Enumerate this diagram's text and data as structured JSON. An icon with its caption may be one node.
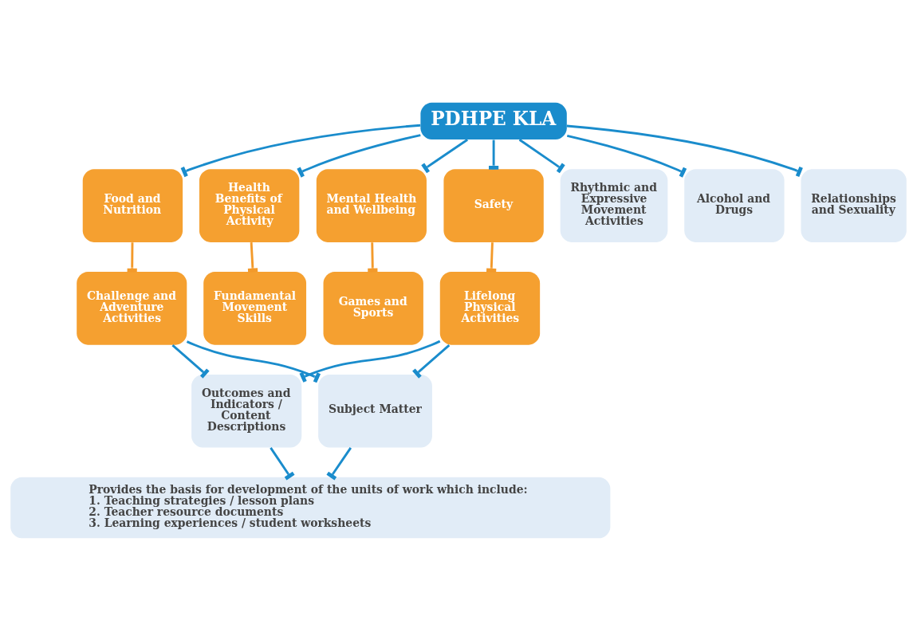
{
  "diagram": {
    "nodes": [
      {
        "text": [
          "PDHPE KLA"
        ]
      },
      {
        "text": [
          "Food and Nutrition"
        ]
      },
      {
        "text": [
          "Health Benefits of Physical Activity"
        ]
      },
      {
        "text": [
          "Mental Health and Wellbeing"
        ]
      },
      {
        "text": [
          "Safety"
        ]
      },
      {
        "text": [
          "Rhythmic and Expressive Movement Activities"
        ]
      },
      {
        "text": [
          "Alcohol and Drugs"
        ]
      },
      {
        "text": [
          "Relationships and Sexuality"
        ]
      },
      {
        "text": [
          "Challenge and Adventure Activities"
        ]
      },
      {
        "text": [
          "Fundamental Movement Skills"
        ]
      },
      {
        "text": [
          "Games and Sports"
        ]
      },
      {
        "text": [
          "Lifelong Physical Activities"
        ]
      },
      {
        "text": [
          "Outcomes and Indicators / Content Descriptions"
        ]
      },
      {
        "text": [
          "Subject Matter"
        ]
      },
      {
        "text": [
          "Provides the basis for development of the units of work which include:",
          "1. Teaching strategies / lesson plans",
          "2. Teacher resource documents",
          "3. Learning experiences / student worksheets"
        ]
      }
    ],
    "edges": [
      {
        "from": 0,
        "to": 1,
        "arrow": "other"
      },
      {
        "from": 0,
        "to": 2,
        "arrow": "other"
      },
      {
        "from": 0,
        "to": 3,
        "arrow": "other"
      },
      {
        "from": 0,
        "to": 4,
        "arrow": "other"
      },
      {
        "from": 0,
        "to": 5,
        "arrow": "other"
      },
      {
        "from": 0,
        "to": 6,
        "arrow": "other"
      },
      {
        "from": 0,
        "to": 7,
        "arrow": "other"
      },
      {
        "from": 1,
        "to": 8,
        "arrow": "other",
        "color": "#f39a2b"
      },
      {
        "from": 2,
        "to": 9,
        "arrow": "other",
        "color": "#f39a2b"
      },
      {
        "from": 3,
        "to": 10,
        "arrow": "other",
        "color": "#f39a2b"
      },
      {
        "from": 4,
        "to": 11,
        "arrow": "other",
        "color": "#f39a2b"
      },
      {
        "from": 8,
        "to": 12,
        "arrow": "other"
      },
      {
        "from": 8,
        "to": 13,
        "arrow": "other"
      },
      {
        "from": 11,
        "to": 12,
        "arrow": "other"
      },
      {
        "from": 11,
        "to": 13,
        "arrow": "other"
      },
      {
        "from": 12,
        "to": 14,
        "arrow": "other"
      },
      {
        "from": 13,
        "to": 14,
        "arrow": "other"
      }
    ]
  }
}
